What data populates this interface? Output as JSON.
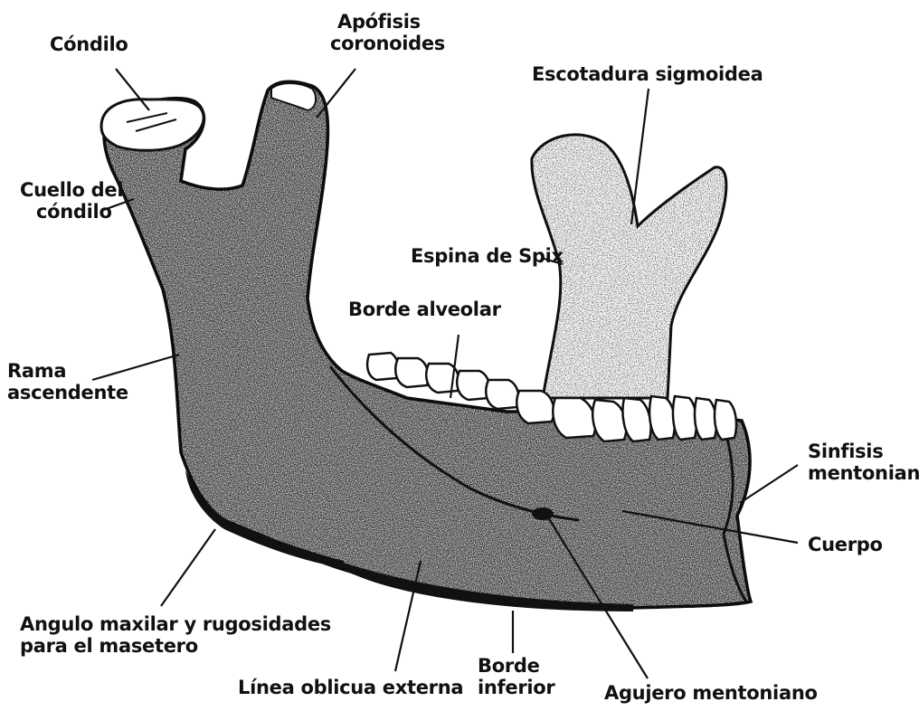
{
  "colors": {
    "ink": "#111111",
    "bone": "#ffffff",
    "shade": "#1a1a1a"
  },
  "labels": {
    "condilo": "Cóndilo",
    "apofisis_1": "Apófisis",
    "apofisis_2": "coronoides",
    "escotadura": "Escotadura sigmoidea",
    "cuello_1": "Cuello del",
    "cuello_2": "cóndilo",
    "espina": "Espina de Spix",
    "borde_alveolar": "Borde alveolar",
    "rama_1": "Rama",
    "rama_2": "ascendente",
    "sinfisis_1": "Sinfisis",
    "sinfisis_2": "mentoniana",
    "cuerpo": "Cuerpo",
    "angulo_1": "Angulo maxilar y rugosidades",
    "angulo_2": "para el masetero",
    "linea": "Línea oblicua externa",
    "borde_inf_1": "Borde",
    "borde_inf_2": "inferior",
    "agujero": "Agujero mentoniano"
  }
}
